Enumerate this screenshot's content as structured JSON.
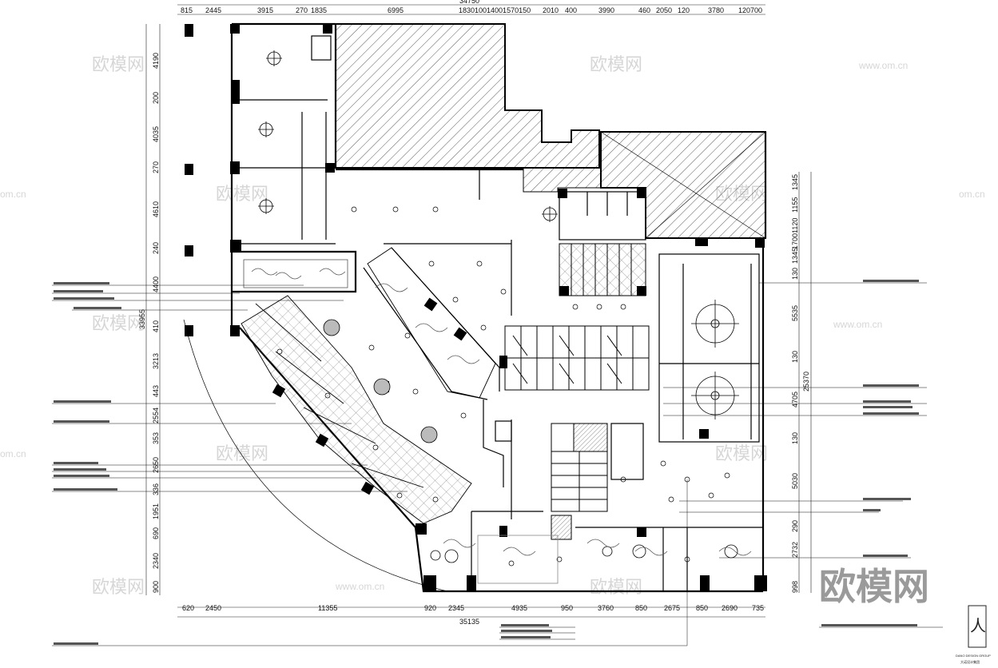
{
  "drawing": {
    "top_dimensions": [
      "815",
      "2445",
      "3915",
      "270",
      "1835",
      "6995",
      "183010014001570150",
      "2010",
      "400",
      "3990",
      "460",
      "2050",
      "120",
      "3780",
      "120700"
    ],
    "top_overall": "34750",
    "bottom_dimensions": [
      "620",
      "2450",
      "11355",
      "920",
      "2345",
      "4935",
      "950",
      "3760",
      "850",
      "2675",
      "850",
      "2690",
      "735"
    ],
    "bottom_overall": "35135",
    "left_dimensions": [
      "4190",
      "200",
      "4035",
      "270",
      "4610",
      "240",
      "4400",
      "410",
      "3213",
      "443",
      "2554",
      "353",
      "2650",
      "336",
      "1951",
      "690",
      "2340",
      "900"
    ],
    "left_overall": "33955",
    "right_dimensions": [
      "1345",
      "1155",
      "17001120",
      "1345",
      "130",
      "5535",
      "130",
      "4705",
      "130",
      "5030",
      "290",
      "2732",
      "998"
    ],
    "right_overall": "25370"
  },
  "watermarks": {
    "logo_text": "欧模网",
    "url_text": "www.om.cn",
    "url_partial": "om.cn",
    "url_left": "www.om.cn"
  },
  "branding": {
    "big_logo": "欧模网",
    "small_mark": "人",
    "small_caption_1": "DANO DESIGN GROUP",
    "small_caption_2": "大诺设计集团"
  },
  "colors": {
    "ink": "#111111",
    "watermark": "#d6d6d6",
    "hatch": "#333333",
    "wall": "#000000"
  }
}
